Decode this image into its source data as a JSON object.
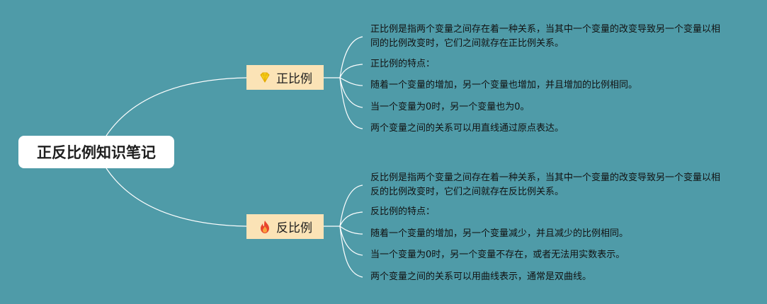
{
  "root": {
    "title": "正反比例知识笔记"
  },
  "branches": [
    {
      "label": "正比例",
      "icon": "diamond-icon",
      "items": [
        "正比例是指两个变量之间存在着一种关系，当其中一个变量的改变导致另一个变量以相同的比例改变时，它们之间就存在正比例关系。",
        "正比例的特点：",
        "随着一个变量的增加，另一个变量也增加，并且增加的比例相同。",
        "当一个变量为0时，另一个变量也为0。",
        "两个变量之间的关系可以用直线通过原点表达。"
      ]
    },
    {
      "label": "反比例",
      "icon": "fire-icon",
      "items": [
        "反比例是指两个变量之间存在着一种关系，当其中一个变量的改变导致另一个变量以相反的比例改变时，它们之间就存在反比例关系。",
        "反比例的特点：",
        "随着一个变量的增加，另一个变量减少，并且减少的比例相同。",
        "当一个变量为0时，另一个变量不存在，或者无法用实数表示。",
        "两个变量之间的关系可以用曲线表示，通常是双曲线。"
      ]
    }
  ],
  "colors": {
    "background": "#4f9ba8",
    "root_fill": "#ffffff",
    "branch_fill": "#fbe3b6",
    "connector": "#ffffff"
  }
}
